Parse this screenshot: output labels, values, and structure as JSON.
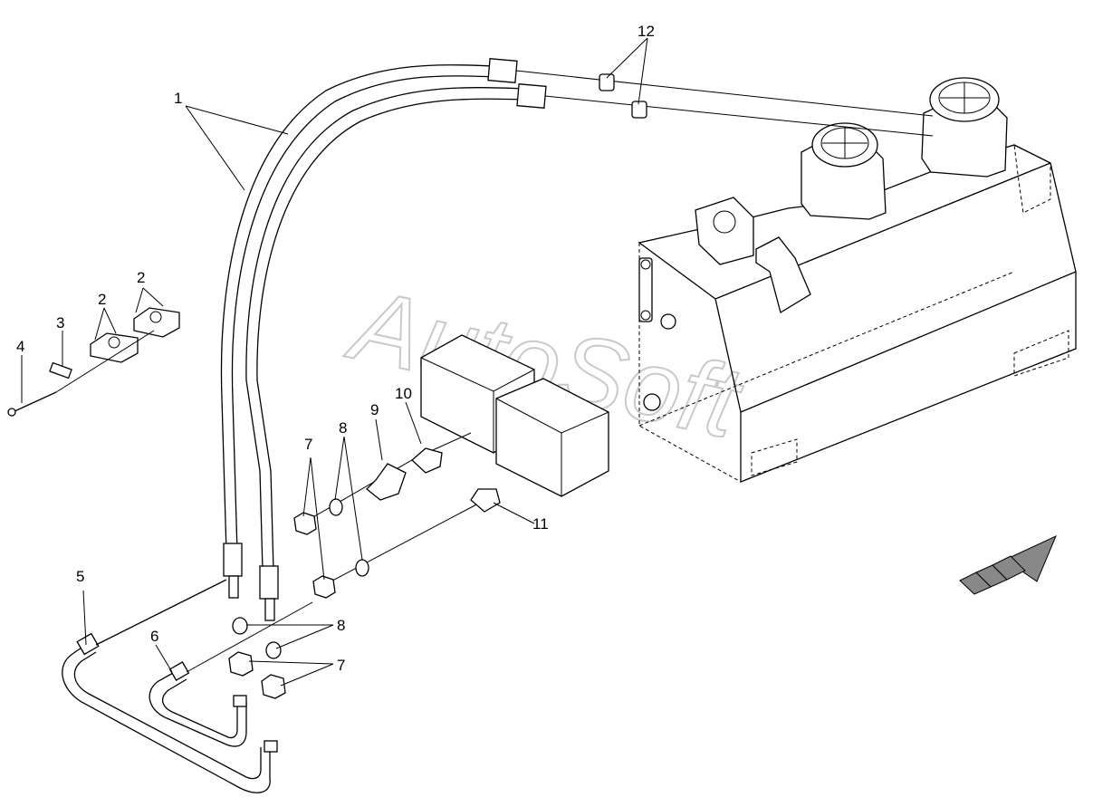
{
  "watermark": "AutoSoft",
  "callouts": {
    "c1": "1",
    "c2a": "2",
    "c2b": "2",
    "c3": "3",
    "c4": "4",
    "c5": "5",
    "c6": "6",
    "c7a": "7",
    "c7b": "7",
    "c8a": "8",
    "c8b": "8",
    "c9": "9",
    "c10": "10",
    "c11": "11",
    "c12": "12"
  },
  "icons": {
    "direction_arrow": "direction-arrow-icon"
  }
}
